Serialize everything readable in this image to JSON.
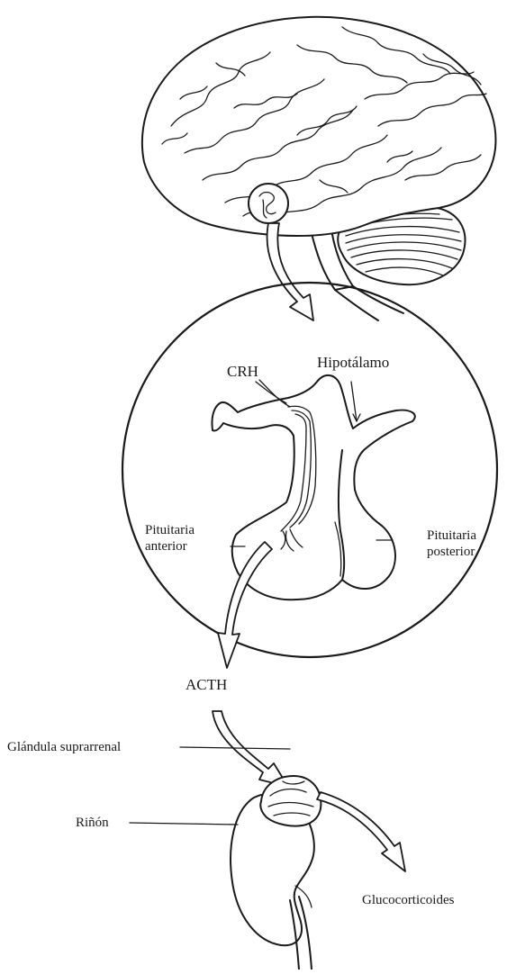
{
  "labels": {
    "crh": "CRH",
    "hypothalamus": "Hipotálamo",
    "anterior_pituitary_line1": "Pituitaria",
    "anterior_pituitary_line2": "anterior",
    "posterior_pituitary_line1": "Pituitaria",
    "posterior_pituitary_line2": "posterior",
    "acth": "ACTH",
    "adrenal_gland": "Glándula suprarrenal",
    "kidney": "Riñón",
    "glucocorticoids": "Glucocorticoides"
  }
}
